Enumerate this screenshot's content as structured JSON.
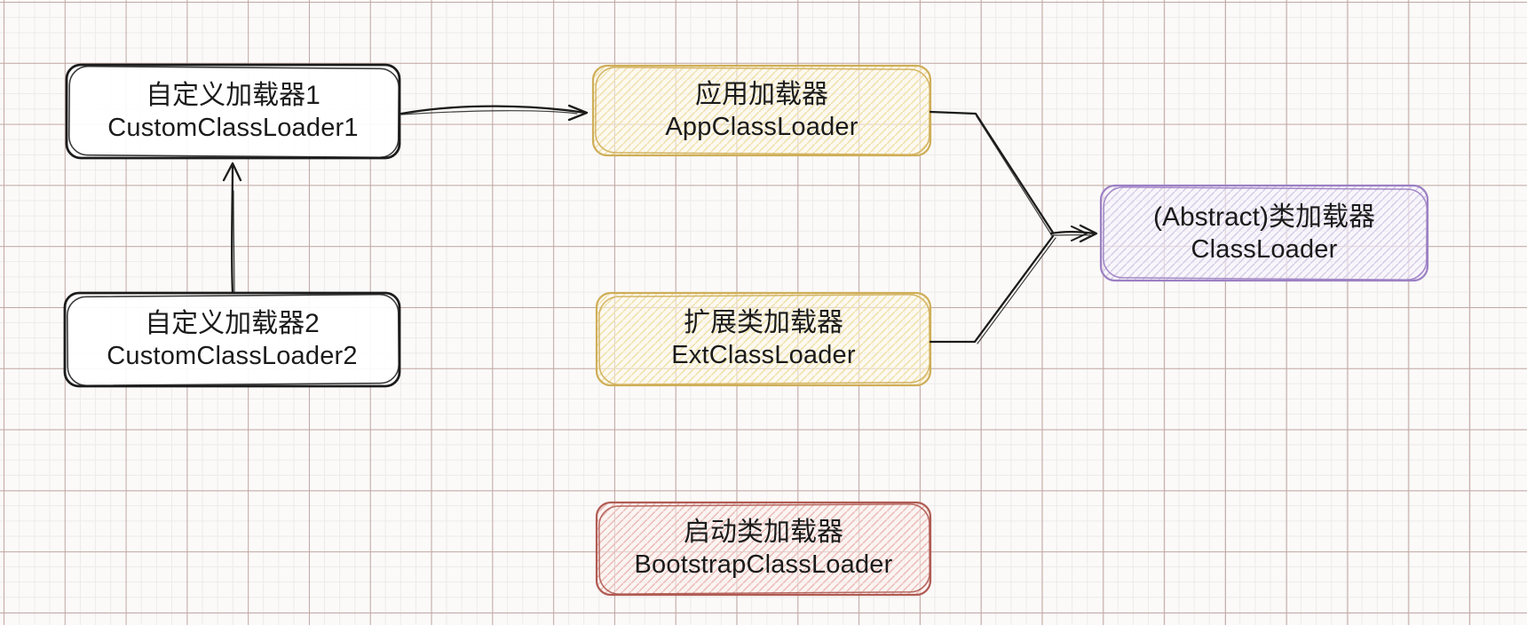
{
  "diagram": {
    "background": {
      "bg_color": "#fbfaf9",
      "grid_minor_color": "#eceaea",
      "grid_major_color": "#c2a8a3"
    },
    "ink_color": "#1b1b1b",
    "nodes": [
      {
        "id": "custom1",
        "line1": "自定义加载器1",
        "line2": "CustomClassLoader1",
        "stroke": "#1b1b1b",
        "fill": "rgba(255,255,255,0.92)",
        "hatch": "none"
      },
      {
        "id": "custom2",
        "line1": "自定义加载器2",
        "line2": "CustomClassLoader2",
        "stroke": "#1b1b1b",
        "fill": "rgba(255,255,255,0.92)",
        "hatch": "none"
      },
      {
        "id": "app",
        "line1": "应用加载器",
        "line2": "AppClassLoader",
        "stroke": "#cfae58",
        "fill": "rgba(253,248,233,0.55)",
        "hatch": "#f0dfa8"
      },
      {
        "id": "ext",
        "line1": "扩展类加载器",
        "line2": "ExtClassLoader",
        "stroke": "#cfae58",
        "fill": "rgba(253,248,233,0.55)",
        "hatch": "#f0dfa8"
      },
      {
        "id": "classloader",
        "line1": "(Abstract)类加载器",
        "line2": "ClassLoader",
        "stroke": "#9c80c3",
        "fill": "rgba(247,243,251,0.6)",
        "hatch": "#d6cbe7"
      },
      {
        "id": "bootstrap",
        "line1": "启动类加载器",
        "line2": "BootstrapClassLoader",
        "stroke": "#b05b53",
        "fill": "rgba(251,238,237,0.55)",
        "hatch": "#eab9b3"
      }
    ],
    "edges": [
      {
        "from": "CustomClassLoader2",
        "to": "CustomClassLoader1"
      },
      {
        "from": "CustomClassLoader1",
        "to": "AppClassLoader"
      },
      {
        "from": "AppClassLoader",
        "to": "ClassLoader"
      },
      {
        "from": "ExtClassLoader",
        "to": "ClassLoader"
      }
    ]
  }
}
